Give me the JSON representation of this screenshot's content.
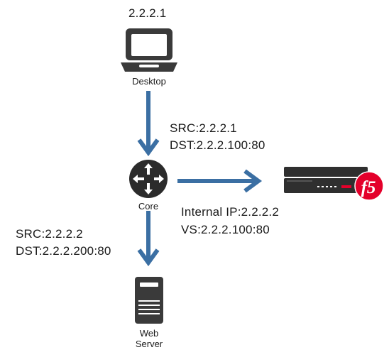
{
  "desktop": {
    "ip": "2.2.2.1",
    "label": "Desktop",
    "icon": "laptop-icon"
  },
  "core": {
    "label": "Core",
    "icon": "router-icon",
    "packet_in": {
      "src": "SRC:2.2.2.1",
      "dst": "DST:2.2.2.100:80"
    },
    "packet_out": {
      "src": "SRC:2.2.2.2",
      "dst": "DST:2.2.2.200:80"
    }
  },
  "f5": {
    "icon": "f5-appliance-icon",
    "logo_text": "f5",
    "internal_ip": "Internal IP:2.2.2.2",
    "vs": "VS:2.2.2.100:80"
  },
  "web_server": {
    "label_line1": "Web",
    "label_line2": "Server",
    "icon": "server-icon"
  },
  "colors": {
    "arrow": "#3b6fa3",
    "icon_dark": "#2b2b2b",
    "icon_gray": "#3a3a3a",
    "f5_red": "#e4002b"
  }
}
